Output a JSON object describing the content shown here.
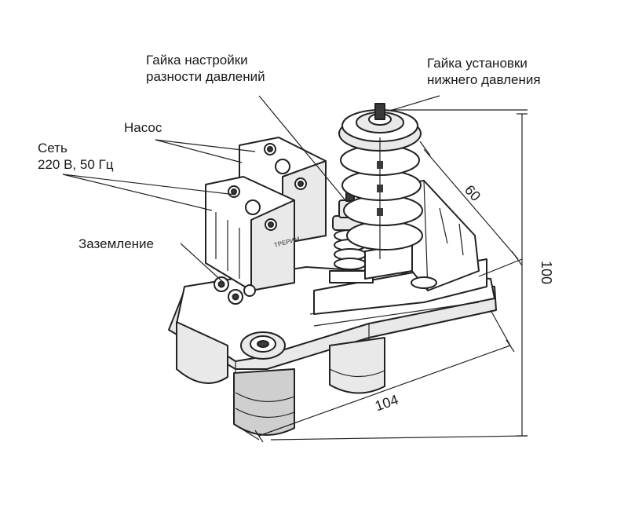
{
  "labels": {
    "nut_differential": [
      "Гайка настройки",
      "разности давлений"
    ],
    "nut_low_pressure": [
      "Гайка установки",
      "нижнего давления"
    ],
    "pump": "Насос",
    "mains": [
      "Сеть",
      "220 В, 50 Гц"
    ],
    "ground": "Заземление"
  },
  "dimensions": {
    "depth": "60",
    "height": "100",
    "width": "104"
  },
  "stamp": "ТРЕРИМ"
}
